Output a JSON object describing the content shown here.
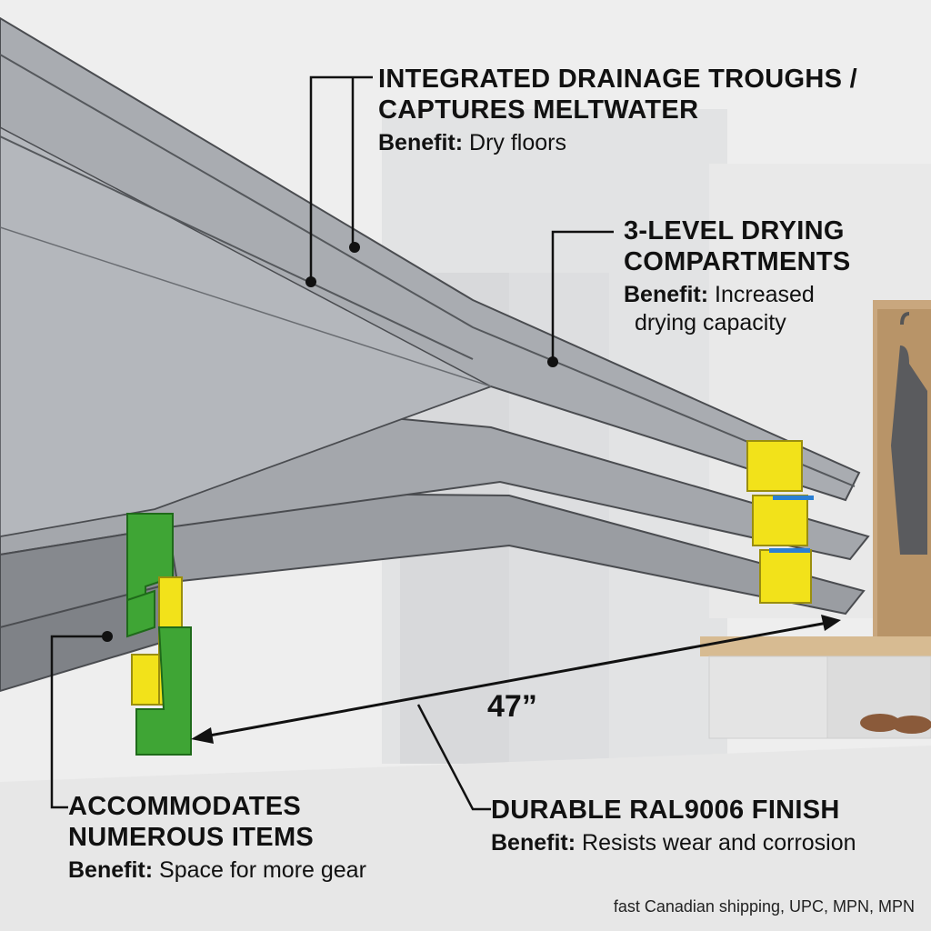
{
  "callouts": {
    "drainage": {
      "title_line1": "INTEGRATED DRAINAGE TROUGHS /",
      "title_line2": "CAPTURES MELTWATER",
      "benefit_label": "Benefit:",
      "benefit_text": "Dry floors"
    },
    "drying": {
      "title_line1": "3-LEVEL DRYING",
      "title_line2": "COMPARTMENTS",
      "benefit_label": "Benefit:",
      "benefit_text": "Increased",
      "benefit_text2": "drying capacity"
    },
    "items": {
      "title_line1": "ACCOMMODATES",
      "title_line2": "NUMEROUS ITEMS",
      "benefit_label": "Benefit:",
      "benefit_text": "Space for more gear"
    },
    "finish": {
      "title_line1": "DURABLE RAL9006 FINISH",
      "benefit_label": "Benefit:",
      "benefit_text": "Resists wear and corrosion"
    }
  },
  "dimension_label": "47”",
  "footer_text": "fast Canadian shipping, UPC, MPN, MPN",
  "colors": {
    "tray_metal": "#8c8f94",
    "end_cap_green": "#3fa535",
    "end_cap_yellow": "#f2e21a",
    "accent_blue": "#2a7fd4",
    "text": "#111111"
  }
}
